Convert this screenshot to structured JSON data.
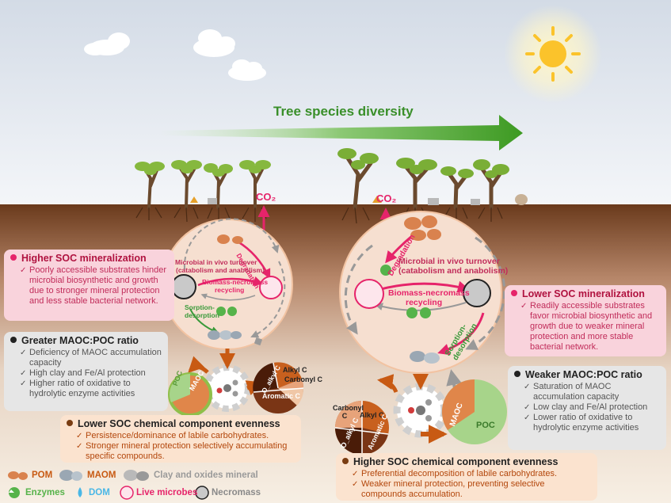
{
  "header": {
    "title": "Tree species diversity"
  },
  "co2": "CO₂",
  "left_circle": {
    "degradation": "Degradation",
    "turnover_line1": "Microbial in vivo turnover",
    "turnover_line2": "(catabolism and anabolism)",
    "recycling_line1": "Biomass-necromass",
    "recycling_line2": "recycling",
    "sorption_line1": "Sorption-",
    "sorption_line2": "desorption"
  },
  "right_circle": {
    "degradation": "Degradation",
    "turnover_line1": "Microbial in vivo turnover",
    "turnover_line2": "(catabolism and anabolism)",
    "recycling_line1": "Biomass-necromass",
    "recycling_line2": "recycling",
    "sorption_line1": "Sorption-",
    "sorption_line2": "desorption"
  },
  "boxes": {
    "higher_mineralization": {
      "title": "Higher SOC mineralization",
      "items": [
        "Poorly accessible substrates hinder microbial biosynthetic and growth due to stronger mineral protection and less stable bacterial network."
      ]
    },
    "greater_ratio": {
      "title": "Greater MAOC:POC ratio",
      "items": [
        "Deficiency of MAOC accumulation capacity",
        "High clay and Fe/Al protection",
        "Higher ratio of oxidative to hydrolytic enzyme activities"
      ]
    },
    "lower_evenness": {
      "title": "Lower SOC chemical component evenness",
      "items": [
        "Persistence/dominance of labile carbohydrates.",
        "Stronger mineral protection selectively accumulating specific compounds."
      ]
    },
    "lower_mineralization": {
      "title": "Lower SOC mineralization",
      "items": [
        "Readily accessible substrates favor microbial biosynthetic and growth due to weaker mineral protection and more stable bacterial network."
      ]
    },
    "weaker_ratio": {
      "title": "Weaker MAOC:POC ratio",
      "items": [
        "Saturation of MAOC accumulation capacity",
        "Low clay and Fe/Al protection",
        "Lower ratio of oxidative to hydrolytic enzyme activities"
      ]
    },
    "higher_evenness": {
      "title": "Higher SOC chemical component evenness",
      "items": [
        "Preferential decomposition of labile carbohydrates.",
        "Weaker mineral protection, preventing selective compounds accumulation."
      ]
    }
  },
  "left_pie": {
    "poc": "POC",
    "maoc": "MAOC"
  },
  "right_pie": {
    "poc": "POC",
    "maoc": "MAOC"
  },
  "left_chem": {
    "o_alkyl": "O_alkyl C",
    "alkyl": "Alkyl C",
    "carbonyl": "Carbonyl C",
    "aromatic": "Aromatic C"
  },
  "right_chem": {
    "carbonyl": "Carbonyl C",
    "alkyl": "Alkyl C",
    "o_alkyl": "O_alkyl C",
    "aromatic": "Aromatic C"
  },
  "legend": {
    "pom": "POM",
    "maom": "MAOM",
    "clay": "Clay and oxides mineral",
    "enzymes": "Enzymes",
    "dom": "DOM",
    "live_microbes": "Live microbes",
    "necromass": "Necromass"
  },
  "colors": {
    "sky_top": "#d3dbe6",
    "soil_top": "#6a3a1c",
    "soil_bottom": "#f7efe4",
    "arrow_green": "#4a9a2a",
    "pink_text": "#e6246a",
    "orange": "#c85a13",
    "sun": "#fbc32b"
  }
}
